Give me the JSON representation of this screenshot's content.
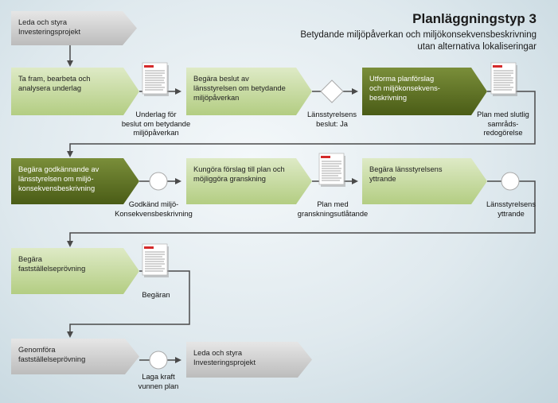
{
  "header": {
    "title": "Planläggningstyp 3",
    "subtitle_line1": "Betydande miljöpåverkan och miljökonsekvensbeskrivning",
    "subtitle_line2": "utan alternativa lokaliseringar"
  },
  "steps": [
    {
      "line1": "Leda och styra",
      "line2": "Investeringsprojekt",
      "line3": ""
    },
    {
      "line1": "Ta fram, bearbeta och",
      "line2": "analysera underlag",
      "line3": ""
    },
    {
      "line1": "Begära beslut av",
      "line2": "länsstyrelsen om betydande",
      "line3": "miljöpåverkan"
    },
    {
      "line1": "Utforma planförslag",
      "line2": "och miljökonsekvens-",
      "line3": "beskrivning"
    },
    {
      "line1": "Begära godkännande av",
      "line2": "länsstyrelsen om miljö-",
      "line3": "konsekvensbeskrivning"
    },
    {
      "line1": "Kungöra förslag till plan och",
      "line2": "möjliggöra granskning",
      "line3": ""
    },
    {
      "line1": "Begära länsstyrelsens",
      "line2": "yttrande",
      "line3": ""
    },
    {
      "line1": "Begära",
      "line2": "fastställelseprövning",
      "line3": ""
    },
    {
      "line1": "Genomföra",
      "line2": "fastställelseprövning",
      "line3": ""
    },
    {
      "line1": "Leda och styra",
      "line2": "Investeringsprojekt",
      "line3": ""
    }
  ],
  "labels": [
    {
      "line1": "Underlag för",
      "line2": "beslut om betydande",
      "line3": "miljöpåverkan"
    },
    {
      "line1": "Länsstyrelsens",
      "line2": "beslut: Ja",
      "line3": ""
    },
    {
      "line1": "Plan med slutlig",
      "line2": "samråds-",
      "line3": "redogörelse"
    },
    {
      "line1": "Godkänd miljö-",
      "line2": "Konsekvensbeskrivning",
      "line3": ""
    },
    {
      "line1": "Plan med",
      "line2": "granskningsutlåtande",
      "line3": ""
    },
    {
      "line1": "Länsstyrelsens",
      "line2": "yttrande",
      "line3": ""
    },
    {
      "line1": "Begäran",
      "line2": "",
      "line3": ""
    },
    {
      "line1": "Laga kraft",
      "line2": "vunnen plan",
      "line3": ""
    }
  ],
  "colors": {
    "grey_step": "#d0d0d0",
    "light_green_step": "#c9dea3",
    "dark_green_step": "#5a6e22",
    "connector": "#4a4a4a",
    "doc_red": "#d42a2a"
  }
}
